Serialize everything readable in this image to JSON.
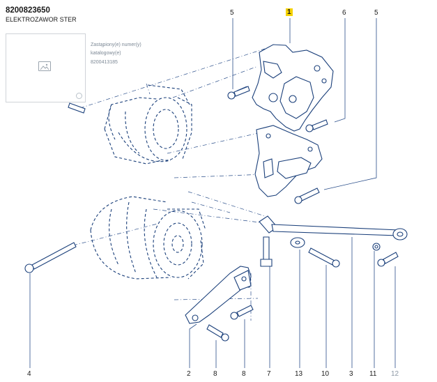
{
  "header": {
    "part_number": "8200823650",
    "part_name": "ELEKTROZAWOR STER"
  },
  "supersession": {
    "line1": "Zastąpiony(e) numer(y)",
    "line2": "katalogowy(e)",
    "line3": "8200413185"
  },
  "callouts": [
    {
      "id": "5a",
      "label": "5"
    },
    {
      "id": "1",
      "label": "1",
      "highlighted": true
    },
    {
      "id": "6",
      "label": "6"
    },
    {
      "id": "5b",
      "label": "5"
    },
    {
      "id": "4",
      "label": "4"
    },
    {
      "id": "2",
      "label": "2"
    },
    {
      "id": "8a",
      "label": "8"
    },
    {
      "id": "8b",
      "label": "8"
    },
    {
      "id": "7",
      "label": "7"
    },
    {
      "id": "13",
      "label": "13"
    },
    {
      "id": "10",
      "label": "10"
    },
    {
      "id": "3",
      "label": "3"
    },
    {
      "id": "11",
      "label": "11"
    },
    {
      "id": "12",
      "label": "12",
      "muted": true
    }
  ],
  "colors": {
    "line": "#1a3f7a",
    "leader": "#2a4e8a",
    "highlight": "#f5d200",
    "muted": "#8c97a4"
  },
  "icons": {
    "image_placeholder": "image-placeholder-icon",
    "zoom": "zoom-icon"
  }
}
